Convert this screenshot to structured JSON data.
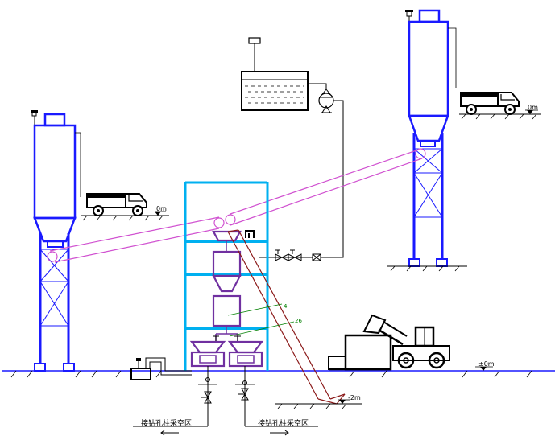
{
  "labels": {
    "ground_level_right": "±0m",
    "ground_level_left_truck": "0m",
    "ground_level_right_truck": "0m",
    "pit_depth": "-2m",
    "callout_4": "4",
    "callout_26": "26",
    "outlet_left": "接钻孔柱采空区",
    "outlet_right": "接钻孔柱采空区"
  },
  "colors": {
    "structure": "#1a1aff",
    "frame": "#00b0f0",
    "conveyor": "#d050d0",
    "mixer": "#7030a0",
    "incline": "#8b1a1a",
    "callout": "#008000",
    "line": "#000000"
  }
}
